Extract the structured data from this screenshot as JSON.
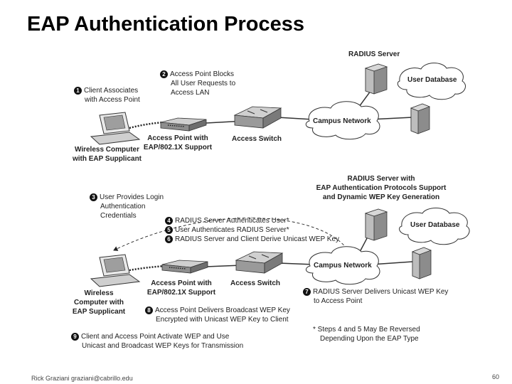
{
  "slide": {
    "title": "EAP Authentication Process",
    "footer_author": "Rick Graziani graziani@cabrillo.edu",
    "page_number": "60"
  },
  "top_diagram": {
    "radius_server": "RADIUS Server",
    "user_database": "User Database",
    "campus_network": "Campus Network",
    "access_switch": "Access Switch",
    "access_point_line1": "Access Point with",
    "access_point_line2": "EAP/802.1X Support",
    "wireless_line1": "Wireless Computer",
    "wireless_line2": "with EAP Supplicant",
    "step1_num": "1",
    "step1_line1": "Client Associates",
    "step1_line2": "with Access Point",
    "step2_num": "2",
    "step2_line1": "Access Point Blocks",
    "step2_line2": "All User Requests to",
    "step2_line3": "Access LAN"
  },
  "bottom_diagram": {
    "radius_line1": "RADIUS Server with",
    "radius_line2": "EAP Authentication Protocols Support",
    "radius_line3": "and Dynamic WEP Key Generation",
    "user_database": "User Database",
    "campus_network": "Campus Network",
    "access_switch": "Access Switch",
    "access_point_line1": "Access Point with",
    "access_point_line2": "EAP/802.1X Support",
    "wireless_line1": "Wireless",
    "wireless_line2": "Computer with",
    "wireless_line3": "EAP Supplicant",
    "step3_num": "3",
    "step3_line1": "User Provides Login",
    "step3_line2": "Authentication",
    "step3_line3": "Credentials",
    "step4_num": "4",
    "step4_text": "RADIUS Server Authenticates User*",
    "step5_num": "5",
    "step5_text": "User Authenticates RADIUS Server*",
    "step6_num": "6",
    "step6_text": "RADIUS Server and Client Derive Unicast WEP Key",
    "step7_num": "7",
    "step7_line1": "RADIUS Server Delivers Unicast WEP Key",
    "step7_line2": "to Access Point",
    "step8_num": "8",
    "step8_line1": "Access Point Delivers Broadcast WEP Key",
    "step8_line2": "Encrypted with Unicast WEP Key to Client",
    "step9_num": "9",
    "step9_line1": "Client and Access Point Activate WEP and Use",
    "step9_line2": "Unicast and Broadcast WEP Keys for Transmission",
    "note_line1": "* Steps 4 and 5 May Be Reversed",
    "note_line2": "Depending Upon the EAP Type"
  }
}
